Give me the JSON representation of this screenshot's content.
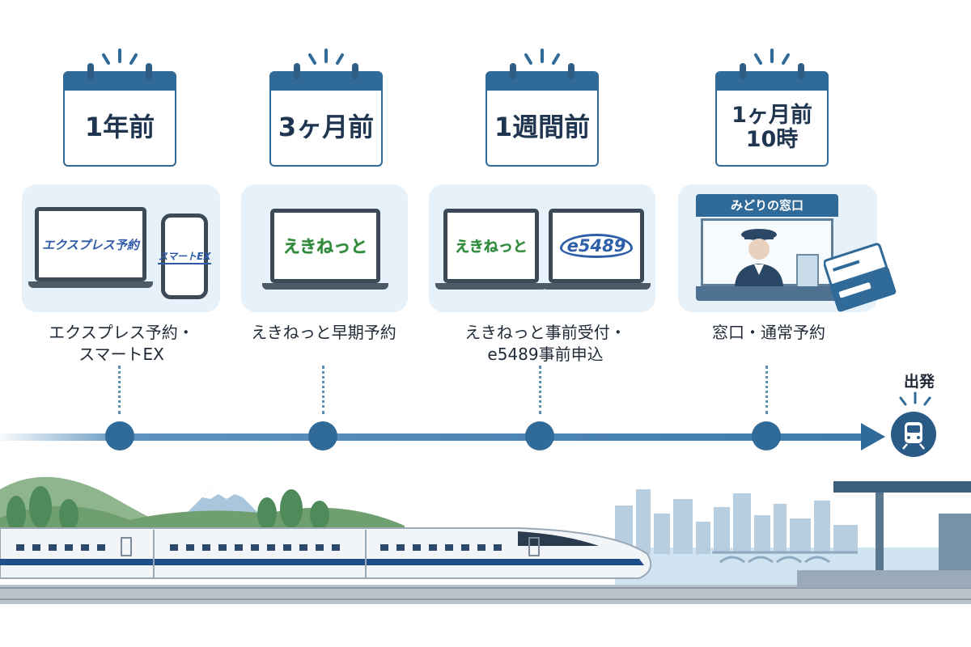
{
  "steps": [
    {
      "calendar": "1年前",
      "label_lines": [
        "エクスプレス予約・",
        "スマートEX"
      ],
      "devices": [
        "エクスプレス予約",
        "スマートEX"
      ]
    },
    {
      "calendar": "3ヶ月前",
      "label_lines": [
        "えきねっと早期予約"
      ],
      "devices": [
        "えきねっと"
      ]
    },
    {
      "calendar": "1週間前",
      "label_lines": [
        "えきねっと事前受付・",
        "e5489事前申込"
      ],
      "devices": [
        "えきねっと",
        "e5489"
      ]
    },
    {
      "calendar_lines": [
        "1ヶ月前",
        "10時"
      ],
      "label_lines": [
        "窓口・通常予約"
      ],
      "window_sign": "みどりの窓口"
    }
  ],
  "departure": {
    "label": "出発",
    "icon": "train-icon"
  },
  "colors": {
    "primary": "#2f6a98",
    "card": "#e6f1f9",
    "ekinet_green": "#2f8a3c",
    "jr_blue": "#2c5aa8"
  },
  "icons": [
    "calendar-icon",
    "laptop-icon",
    "smartphone-icon",
    "ticket-window-icon",
    "ticket-icon",
    "shinkansen-train",
    "mount-fuji",
    "city-skyline",
    "station-platform"
  ]
}
